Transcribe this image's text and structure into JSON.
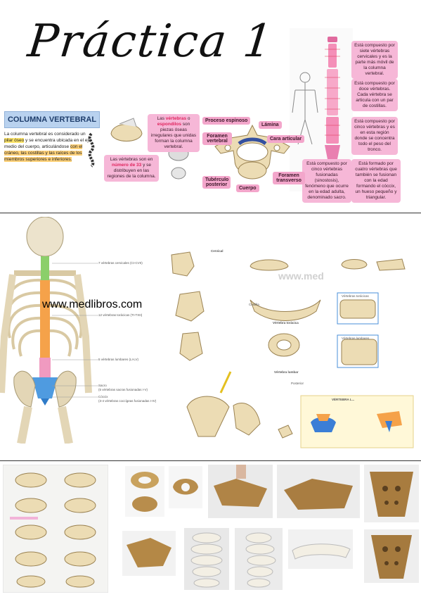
{
  "title": "Práctica 1",
  "section_title": "COLUMNA VERTEBRAL",
  "intro": {
    "p1": "La columna vertebral es considerado un ",
    "hl1": "pilar óseo",
    "p2": " y se encuentra ubicada en el eje medio del cuerpo, articulándose ",
    "hl2": "con el cráneo, las costillas y las raíces de los miembros superiores e inferiores."
  },
  "notes": {
    "vertebras_pre": "Las ",
    "vertebras_b1": "vértebras",
    "vertebras_mid": " o ",
    "vertebras_b2": "espondilos",
    "vertebras_post": " son piezas óseas irregulares que unidas forman la columna vertebral.",
    "numero_pre": "Las vértebras son en ",
    "numero_b": "número de 33",
    "numero_post": " y se distribuyen en las regiones de la columna."
  },
  "vertebra_labels": {
    "proceso_espinoso": "Proceso espinoso",
    "lamina": "Lámina",
    "foramen_vertebral": "Foramen vertebral",
    "cara_articular": "Cara articular",
    "tuberculo_posterior": "Tubérculo posterior",
    "cuerpo": "Cuerpo",
    "foramen_transverso": "Foramen transverso"
  },
  "regions": {
    "cervical": "Está compuesto por siete vértebras cervicales y es la parte más móvil de la columna vertebral.",
    "toracica": "Está compuesto por doce vértebras. Cada vértebra se articula con un par de costillas.",
    "lumbar": "Está compuesto por cinco vértebras y es en esta región donde se concentra todo el peso del tronco.",
    "sacro": "Está compuesto por cinco vértebras fusionadas (sinostosis), fenómeno que ocurre en la edad adulta, denominado sacro.",
    "coccix": "Está formado por cuatro vértebras que también se fusionan con la edad formando el cóccix, un hueso pequeño y triangular."
  },
  "spine_labels": {
    "cervicales": "7 vértebras cervicales (CI-CVII)",
    "toracicas": "12 vértebras torácicas (TI-TXII)",
    "lumbares": "5 vértebras lumbares (LI-LV)",
    "sacro_title": "Sacro",
    "sacro_sub": "(5 vértebras sacras fusionadas I-V)",
    "coccix_title": "Cóccix",
    "coccix_sub": "(3-4 vértebras coccígeas fusionadas I-IV)"
  },
  "watermarks": {
    "a": "www.medlibros.com",
    "b": "www.med"
  },
  "atlas_labels": {
    "cervical": "Cervical",
    "toracica": "Vértebra torácica",
    "lumbar": "Vértebra lumbar",
    "vt": "Vértebras torácicas",
    "vl": "Vértebras lumbares",
    "costilla": "Costilla",
    "posterior": "Posterior",
    "nota": "VÉRTEBRA L..."
  },
  "colors": {
    "cervical": "#8bcf6a",
    "toracica": "#f5a24a",
    "lumbar": "#f09ac0",
    "sacro": "#4f9be0",
    "pink_note": "#f6b7d7",
    "header_blue": "#b9d2ef"
  }
}
